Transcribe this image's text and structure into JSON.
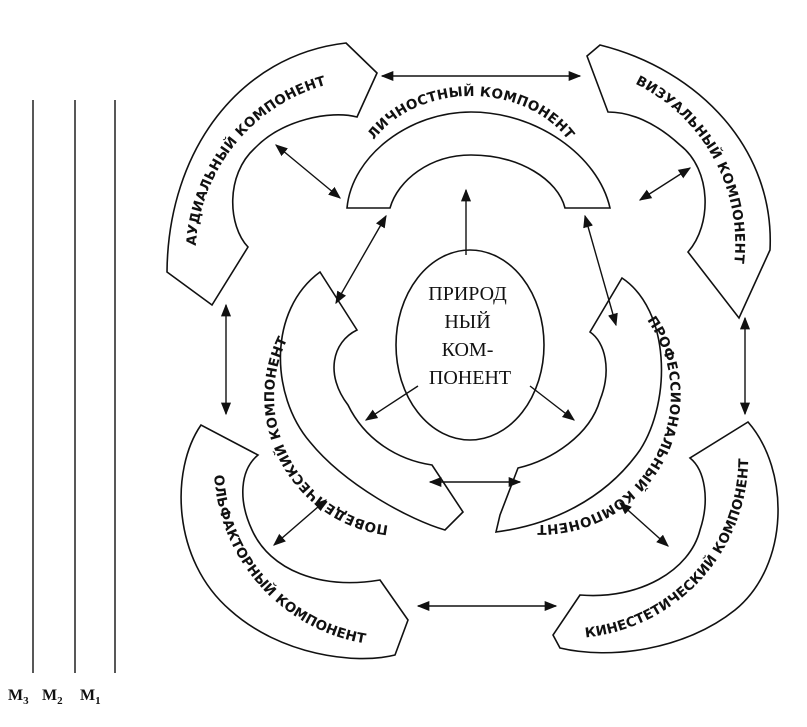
{
  "diagram": {
    "center": {
      "lines": [
        "ПРИРОД",
        "НЫЙ",
        "КОМ-",
        "ПОНЕНТ"
      ]
    },
    "components": {
      "personal": "ЛИЧНОСТНЫЙ КОМПОНЕНТ",
      "audial": "АУДИАЛЬНЫЙ КОМПОНЕНТ",
      "visual": "ВИЗУАЛЬНЫЙ КОМПОНЕНТ",
      "behavioral": "ПОВЕДЕНЧЕСКИЙ КОМПОНЕНТ",
      "professional": "ПРОФЕССИОНАЛЬНЫЙ КОМПОНЕНТ",
      "olfactory": "ОЛЬФАКТОРНЫЙ КОМПОНЕНТ",
      "kinesthetic": "КИНЕСТЕТИЧЕСКИЙ КОМПОНЕНТ"
    },
    "legend": [
      {
        "letter": "M",
        "sub": "3"
      },
      {
        "letter": "M",
        "sub": "2"
      },
      {
        "letter": "M",
        "sub": "1"
      }
    ]
  }
}
